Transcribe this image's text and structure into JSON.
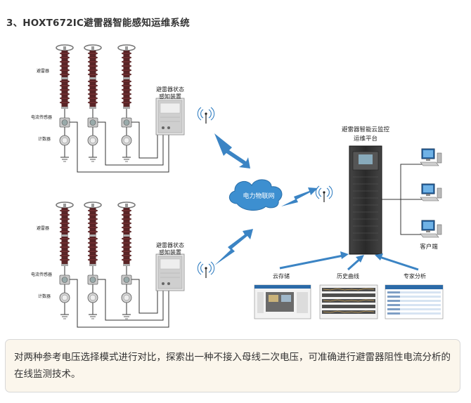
{
  "heading": "3、HOXT672IC避雷器智能感知运维系统",
  "diagram": {
    "label_arrester": "避雷器",
    "label_current_sensor": "电流传感器",
    "label_counter": "计数器",
    "device_label_line1": "避雷器状态",
    "device_label_line2": "感知装置",
    "cloud_label": "电力物联网",
    "platform_label_line1": "避雷器智能云监控",
    "platform_label_line2": "运维平台",
    "client_label": "客户端",
    "cloud_storage_label": "云存储",
    "history_curve_label": "历史曲线",
    "expert_analysis_label": "专家分析"
  },
  "colors": {
    "arrester_body": "#5b2527",
    "cloud": "#3d8fd0",
    "arrow": "#3b84c4",
    "note_bg": "#fbf6ec"
  },
  "note": "对两种参考电压选择模式进行对比，探索出一种不接入母线二次电压，可准确进行避雷器阻性电流分析的在线监测技术。"
}
